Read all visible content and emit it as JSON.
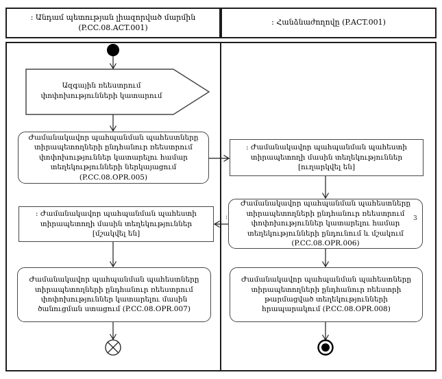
{
  "lanes": [
    {
      "line1": ": Անդամ պետության լիազորված մարմին",
      "line2": "(P.CC.08.ACT.001)"
    },
    {
      "line1": ": Հանձնաժողովը (P.ACT.001)"
    }
  ],
  "nodes": {
    "signal": "Ազգային ռեեստրում փոփոխությունների կատարում",
    "opr005": "Ժամանակավոր պահպանման պահեստները տիրապետողների ընդհանուր ռեեստրում փոփոխություններ կատարելու համար տեղեկությունների ներկայացում (P.CC.08.OPR.005)",
    "info_sent": ": Ժամանակավոր պահպանման պահեստի տիրապետողի մասին տեղեկություններ [ուղարկվել են]",
    "opr006": "Ժամանակավոր պահպանման պահեստները տիրապետողների ընդհանուր ռեեստրում փոփոխություններ կատարելու համար տեղեկությունների ընդունում և մշակում (P.CC.08.OPR.006)",
    "opr006_footnote": "3",
    "opr006_left_mark": ":",
    "info_processed": ": Ժամանակավոր պահպանման պահեստի տիրապետողի մասին տեղեկություններ [մշակվել են]",
    "opr007": "Ժամանակավոր պահպանման պահեստները տիրապետողների ընդհանուր ռեեստրում փոփոխություններ կատարելու մասին ծանուցման ստացում (P.CC.08.OPR.007)",
    "opr008": "Ժամանակավոր պահպանման պահեստները տիրապետողների ընդհանուր ռեեստրի թարմացված տեղեկությունների հրապարակում (P.CC.08.OPR.008)"
  }
}
